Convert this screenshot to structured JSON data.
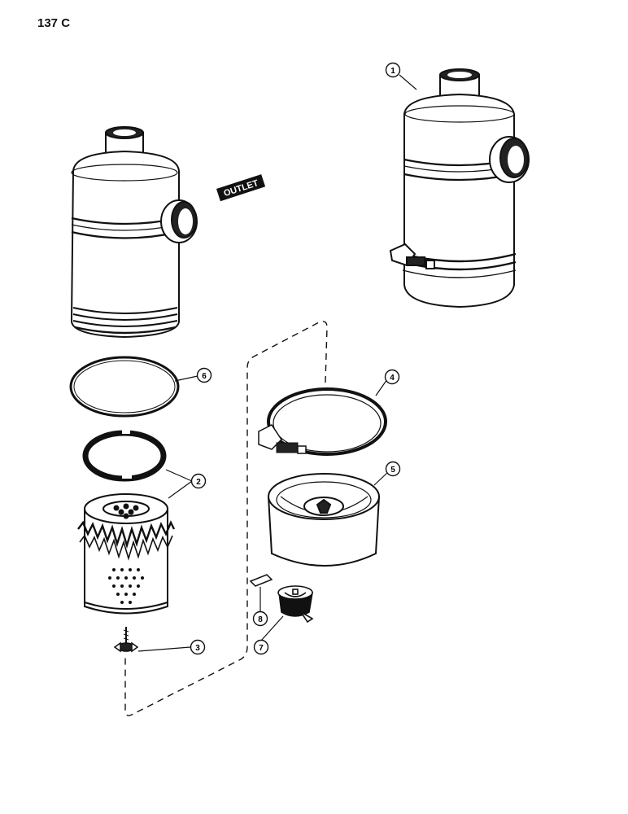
{
  "page": {
    "code": "137 C"
  },
  "decal": {
    "text": "OUTLET"
  },
  "callouts": {
    "c1": "1",
    "c2": "2",
    "c3": "3",
    "c4": "4",
    "c5": "5",
    "c6": "6",
    "c7": "7",
    "c8": "8"
  },
  "colors": {
    "ink": "#111111",
    "paper": "#ffffff"
  }
}
